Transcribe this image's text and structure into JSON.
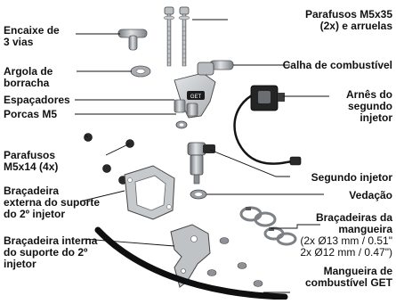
{
  "labels": {
    "tee": "Encaixe de\n3 vias",
    "oring": "Argola de\nborracha",
    "spacers": "Espaçadores",
    "nuts_m5": "Porcas M5",
    "bolts_m5x14": "Parafusos\nM5x14 (4x)",
    "outer_bracket": "Braçadeira\nexterna do suporte\ndo 2º injetor",
    "inner_bracket": "Braçadeira interna\ndo suporte do 2º\ninjetor",
    "bolts_m5x35": "Parafusos M5x35\n(2x) e arruelas",
    "fuel_rail": "Calha de combustível",
    "harness": "Arnês do\nsegundo\ninjetor",
    "second_injector": "Segundo injetor",
    "seal": "Vedação",
    "hose_clamps": "Braçadeiras da\nmangueira",
    "hose_clamp_sizes": "(2x Ø13 mm / 0.51\"\n2x Ø12 mm / 0.47\")",
    "fuel_hose": "Mangueira de\ncombustível GET"
  },
  "colors": {
    "metal": "#8e9296",
    "metal_dark": "#5c6166",
    "metal_light": "#d5d8db",
    "black": "#151515",
    "leader": "#111111"
  }
}
